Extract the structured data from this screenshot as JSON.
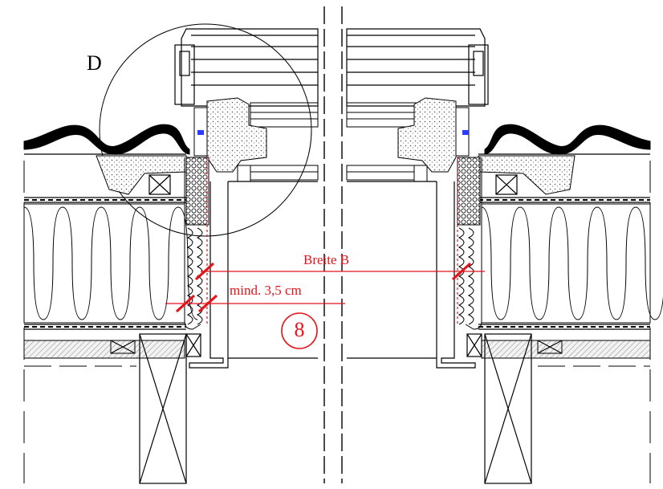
{
  "labels": {
    "detail": "D",
    "width": "Breite B",
    "min_distance": "mind. 3,5 cm",
    "position_number": "8"
  },
  "colors": {
    "line": "#000000",
    "dimension": "#e4141b",
    "sealant": "#2a3cff",
    "insulation_fill": "#ffffff",
    "hatch": "#9a9a9a"
  }
}
